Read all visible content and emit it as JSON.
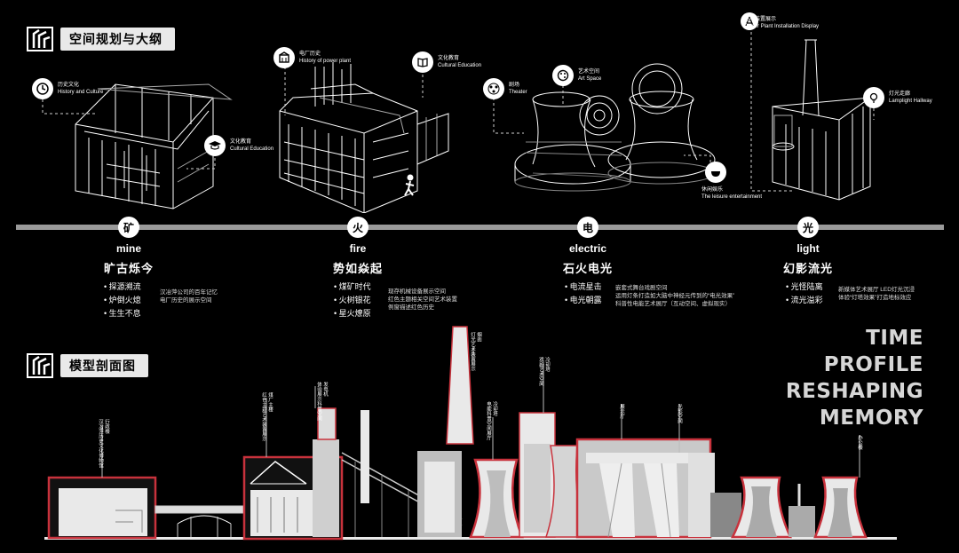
{
  "sections": {
    "planning_title": "空间规划与大纲",
    "model_title": "模型剖面图"
  },
  "tags": {
    "history_culture_zh": "历史文化",
    "history_culture_en": "History and Culture",
    "cultural_edu_zh": "文化教育",
    "cultural_edu_en": "Cultural Education",
    "power_history_zh": "电厂历史",
    "power_history_en": "History of power plant",
    "cultural_edu2_zh": "文化教育",
    "cultural_edu2_en": "Cultural Education",
    "theater_zh": "剧场",
    "theater_en": "Theater",
    "art_space_zh": "艺术空间",
    "art_space_en": "Art Space",
    "leisure_zh": "休闲娱乐",
    "leisure_en": "The leisure entertainment",
    "installation_zh": "电厂装置展示",
    "installation_en": "Power Plant Installation Display",
    "lamplight_zh": "灯光走廊",
    "lamplight_en": "Lamplight Hallway"
  },
  "phases": [
    {
      "node": "矿",
      "en": "mine",
      "zh": "旷古烁今",
      "bullets": [
        "探源溯流",
        "炉倒火熄",
        "生生不息"
      ],
      "desc": [
        "汉冶萍公司的百年记忆",
        "电厂历史的展示空间"
      ]
    },
    {
      "node": "火",
      "en": "fire",
      "zh": "势如焱起",
      "bullets": [
        "煤矿时代",
        "火树银花",
        "星火燎原"
      ],
      "desc": [
        "现存机械设备展示空间",
        "红色主题相关空间艺术装置",
        "例窗描述红色历史"
      ]
    },
    {
      "node": "电",
      "en": "electric",
      "zh": "石火电光",
      "bullets": [
        "电流星击",
        "电光朝露"
      ],
      "desc": [
        "嵌套式舞台戏剧空间",
        "运用灯条打造如大脑中神经元传到的“电光效果”",
        "科普性电能艺术展厅（互动空间、虚拟现实）"
      ]
    },
    {
      "node": "光",
      "en": "light",
      "zh": "幻影流光",
      "bullets": [
        "光怪陆离",
        "流光溢彩"
      ],
      "desc": [
        "新媒体艺术展厅 LED灯光沉浸",
        "体验“灯塔效果”打造地标效应"
      ]
    }
  ],
  "slogan": [
    "TIME",
    "PROFILE",
    "RESHAPING",
    "MEMORY"
  ],
  "section_labels": {
    "l1": "行政楼",
    "l1b": "汉冶萍历史文化博物馆",
    "l2": "煤厂主楼",
    "l2b": "红色主题艺术装置展示",
    "l3": "发电机",
    "l3b": "体验展示科普空间",
    "l4": "烟囱",
    "l4b": "灯光艺术装置展示",
    "l5": "冷却塔",
    "l5b": "电能科普空间展厅",
    "l6": "冷却塔",
    "l6b": "戏剧艺术空间",
    "l7": "展示厅",
    "l8": "光影空间",
    "l9": "办公楼"
  },
  "colors": {
    "accent": "#c8323c",
    "building": "#e9e9e9",
    "line": "#9a9a9a"
  }
}
